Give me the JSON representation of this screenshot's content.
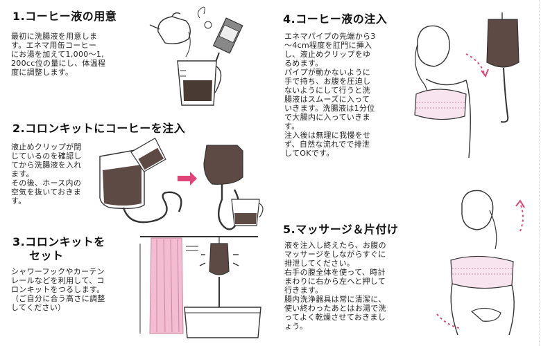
{
  "steps": [
    {
      "title": "1.コーヒー液の用意",
      "body": "最初に洗腸液を用意しま\nす。エネマ用缶コーヒー\nにお湯を加えて1,000〜1,\n200cc位の量にし、体温程\n度に調整します。"
    },
    {
      "title": "2.コロンキットにコーヒーを注入",
      "body": "液止めクリップが閉\nじているのを確認し\nてから洗腸液を入れ\nます。\nその後、ホース内の\n空気を抜いておきま\nす。"
    },
    {
      "title_line1": "3.コロンキットを",
      "title_line2": "セット",
      "body": "シャワーフックやカーテン\nレールなどを利用して、コ\nロンキットをつるします。\n（ご自分に合う高さに調整\nしてください）"
    },
    {
      "title": "4.コーヒー液の注入",
      "body": "エネマパイプの先端から3\n〜4cm程度を肛門に挿入\nし、液止めクリップをゆ\nるめます。\nパイプが動かないように\n手で持ち、お腹を圧迫し\nないようにして行うと洗\n腸液はスムーズに入って\nいきます。洗腸液は1分位\nで大腸内に入っていきま\nす。\n注入後は無理に我慢をせ\nず、自然な流れでで排泄\nしてOKです。"
    },
    {
      "title": "5.マッサージ＆片付け",
      "body": "液を注入し終えたら、お腹の\nマッサージをしながらすぐに\n排泄してください。\n右手の腹全体を使って、時計\nまわりに右から左へと押して\n行きます。\n腸内洗浄器具は常に清潔に、\n使い終わったあとはお湯で洗\nってよく乾燥させておきまし\nょう。"
    }
  ],
  "colors": {
    "highlight": "#f6cf34",
    "curtain": "#f3bcd0",
    "arrow_pink": "#e0457a",
    "coffee": "#4a3a34",
    "line": "#333333"
  }
}
